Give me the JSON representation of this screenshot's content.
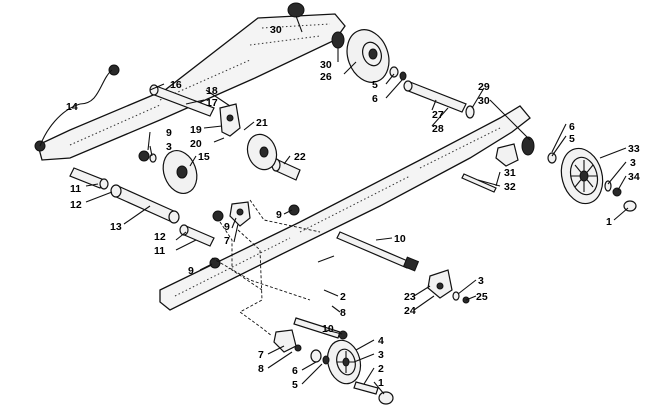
{
  "callouts": [
    {
      "id": "c30a",
      "text": "30"
    },
    {
      "id": "c30b",
      "text": "30"
    },
    {
      "id": "c26",
      "text": "26"
    },
    {
      "id": "c5a",
      "text": "5"
    },
    {
      "id": "c6a",
      "text": "6"
    },
    {
      "id": "c29",
      "text": "29"
    },
    {
      "id": "c30c",
      "text": "30"
    },
    {
      "id": "c27",
      "text": "27"
    },
    {
      "id": "c28",
      "text": "28"
    },
    {
      "id": "c6b",
      "text": "6"
    },
    {
      "id": "c5b",
      "text": "5"
    },
    {
      "id": "c33",
      "text": "33"
    },
    {
      "id": "c3a",
      "text": "3"
    },
    {
      "id": "c34",
      "text": "34"
    },
    {
      "id": "c1a",
      "text": "1"
    },
    {
      "id": "c31",
      "text": "31"
    },
    {
      "id": "c32",
      "text": "32"
    },
    {
      "id": "c14",
      "text": "14"
    },
    {
      "id": "c16",
      "text": "16"
    },
    {
      "id": "c17",
      "text": "17"
    },
    {
      "id": "c18",
      "text": "18"
    },
    {
      "id": "c19",
      "text": "19"
    },
    {
      "id": "c20",
      "text": "20"
    },
    {
      "id": "c21",
      "text": "21"
    },
    {
      "id": "c9a",
      "text": "9"
    },
    {
      "id": "c3b",
      "text": "3"
    },
    {
      "id": "c15",
      "text": "15"
    },
    {
      "id": "c22",
      "text": "22"
    },
    {
      "id": "c11a",
      "text": "11"
    },
    {
      "id": "c12a",
      "text": "12"
    },
    {
      "id": "c13",
      "text": "13"
    },
    {
      "id": "c9b",
      "text": "9"
    },
    {
      "id": "c9c",
      "text": "9"
    },
    {
      "id": "c7a",
      "text": "7"
    },
    {
      "id": "c12b",
      "text": "12"
    },
    {
      "id": "c11b",
      "text": "11"
    },
    {
      "id": "c10a",
      "text": "10"
    },
    {
      "id": "c9d",
      "text": "9"
    },
    {
      "id": "c10b",
      "text": "10"
    },
    {
      "id": "c2a",
      "text": "2"
    },
    {
      "id": "c8a",
      "text": "8"
    },
    {
      "id": "c23",
      "text": "23"
    },
    {
      "id": "c24",
      "text": "24"
    },
    {
      "id": "c3c",
      "text": "3"
    },
    {
      "id": "c25",
      "text": "25"
    },
    {
      "id": "c4",
      "text": "4"
    },
    {
      "id": "c3d",
      "text": "3"
    },
    {
      "id": "c2b",
      "text": "2"
    },
    {
      "id": "c1b",
      "text": "1"
    },
    {
      "id": "c7b",
      "text": "7"
    },
    {
      "id": "c8b",
      "text": "8"
    },
    {
      "id": "c6c",
      "text": "6"
    },
    {
      "id": "c5c",
      "text": "5"
    }
  ]
}
